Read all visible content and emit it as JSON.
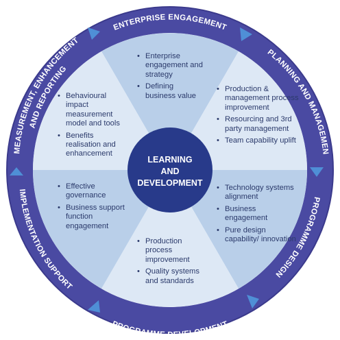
{
  "hub": {
    "line1": "LEARNING",
    "line2": "AND",
    "line3": "DEVELOPMENT"
  },
  "ring_labels": [
    "ENTERPRISE ENGAGEMENT",
    "PLANNING AND MANAGEMENT",
    "PROGRAMME DESIGN",
    "PROGRAMME DEVELOPMENT",
    "IMPLEMENTATION SUPPORT",
    "MEASUREMENT, ENHANCEMENT",
    "AND REPORTING"
  ],
  "sectors": {
    "top": [
      "Enterprise engagement and strategy",
      "Defining business value"
    ],
    "upper_right": [
      "Production & management process improvement",
      "Resourcing and 3rd party management",
      "Team capability uplift"
    ],
    "lower_right": [
      "Technology systems alignment",
      "Business engagement",
      "Pure design capability/ innovation"
    ],
    "bottom": [
      "Production process improvement",
      "Quality systems and standards"
    ],
    "lower_left": [
      "Effective governance",
      "Business support function engagement"
    ],
    "upper_left": [
      "Behavioural impact measurement model and tools",
      "Benefits realisation and enhancement"
    ]
  },
  "colors": {
    "ring": "#4a4aa2",
    "ring_outline": "#3b3a8c",
    "sector_dark": "#b9cfe9",
    "sector_light": "#dde8f5",
    "hub": "#283a8a",
    "arrow": "#4f8fd6",
    "text": "#2b3a6b"
  }
}
